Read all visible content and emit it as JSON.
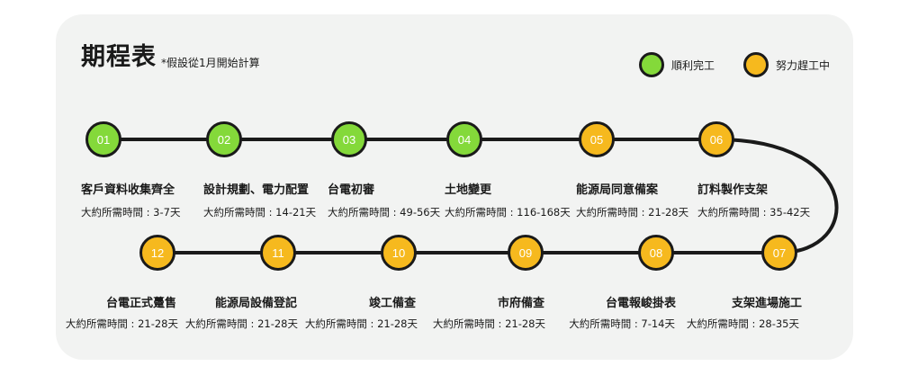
{
  "header": {
    "title": "期程表",
    "note": "*假設從1月開始計算"
  },
  "colors": {
    "done": "#84d93a",
    "rush": "#f6b91e",
    "line": "#1a1a1a"
  },
  "legend": [
    {
      "label": "順利完工",
      "status": "done"
    },
    {
      "label": "努力趕工中",
      "status": "rush"
    }
  ],
  "steps": [
    {
      "num": "01",
      "name": "客戶資料收集齊全",
      "duration": "大約所需時間 : 3-7天",
      "status": "done"
    },
    {
      "num": "02",
      "name": "設計規劃、電力配置",
      "duration": "大約所需時間 : 14-21天",
      "status": "done"
    },
    {
      "num": "03",
      "name": "台電初審",
      "duration": "大約所需時間 : 49-56天",
      "status": "done"
    },
    {
      "num": "04",
      "name": "土地變更",
      "duration": "大約所需時間 : 116-168天",
      "status": "done"
    },
    {
      "num": "05",
      "name": "能源局同意備案",
      "duration": "大約所需時間 : 21-28天",
      "status": "rush"
    },
    {
      "num": "06",
      "name": "訂料製作支架",
      "duration": "大約所需時間 : 35-42天",
      "status": "rush"
    },
    {
      "num": "07",
      "name": "支架進場施工",
      "duration": "大約所需時間 : 28-35天",
      "status": "rush"
    },
    {
      "num": "08",
      "name": "台電報峻掛表",
      "duration": "大約所需時間 : 7-14天",
      "status": "rush"
    },
    {
      "num": "09",
      "name": "市府備查",
      "duration": "大約所需時間 : 21-28天",
      "status": "rush"
    },
    {
      "num": "10",
      "name": "竣工備查",
      "duration": "大約所需時間 : 21-28天",
      "status": "rush"
    },
    {
      "num": "11",
      "name": "能源局設備登記",
      "duration": "大約所需時間 : 21-28天",
      "status": "rush"
    },
    {
      "num": "12",
      "name": "台電正式躉售",
      "duration": "大約所需時間 : 21-28天",
      "status": "rush"
    }
  ]
}
